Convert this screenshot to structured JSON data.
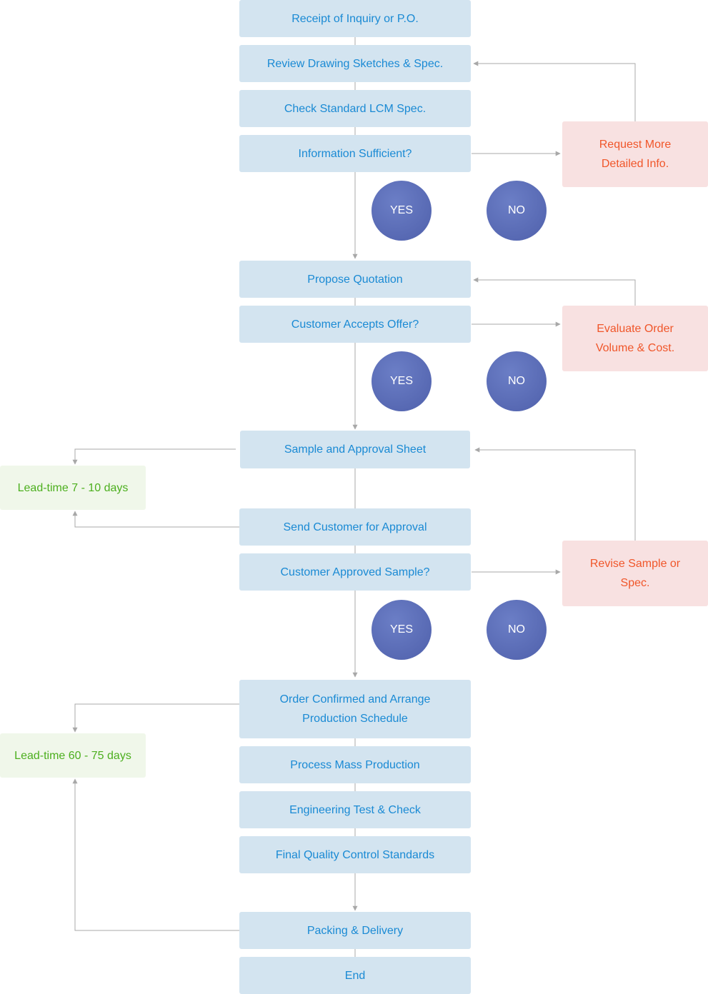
{
  "steps": [
    {
      "label": "Receipt of Inquiry or P.O."
    },
    {
      "label": "Review Drawing Sketches & Spec."
    },
    {
      "label": "Check Standard LCM Spec."
    },
    {
      "label": "Information Sufficient?"
    },
    {
      "label": "Propose Quotation"
    },
    {
      "label": "Customer Accepts Offer?"
    },
    {
      "label": "Sample and Approval Sheet"
    },
    {
      "label": "Send Customer for Approval"
    },
    {
      "label": "Customer Approved Sample?"
    },
    {
      "label": "Order Confirmed and Arrange\nProduction Schedule"
    },
    {
      "label": "Process Mass Production"
    },
    {
      "label": "Engineering Test & Check"
    },
    {
      "label": "Final Quality Control Standards"
    },
    {
      "label": "Packing & Delivery"
    },
    {
      "label": "End"
    }
  ],
  "negative_actions": [
    {
      "label": "Request More\nDetailed Info."
    },
    {
      "label": "Evaluate Order\nVolume & Cost."
    },
    {
      "label": "Revise Sample or\nSpec."
    }
  ],
  "decisions": [
    {
      "yes": "YES",
      "no": "NO"
    },
    {
      "yes": "YES",
      "no": "NO"
    },
    {
      "yes": "YES",
      "no": "NO"
    }
  ],
  "lead_times": [
    {
      "label": "Lead-time 7 - 10 days"
    },
    {
      "label": "Lead-time 60 - 75 days"
    }
  ],
  "colors": {
    "step_bg": "#d3e4f0",
    "step_text": "#1a8ad4",
    "negative_bg": "#f8e1e1",
    "negative_text": "#f0562a",
    "lead_bg": "#f0f7ea",
    "lead_text": "#4caf1e",
    "circle": "#5565b0",
    "connector": "#a8a8a8"
  }
}
